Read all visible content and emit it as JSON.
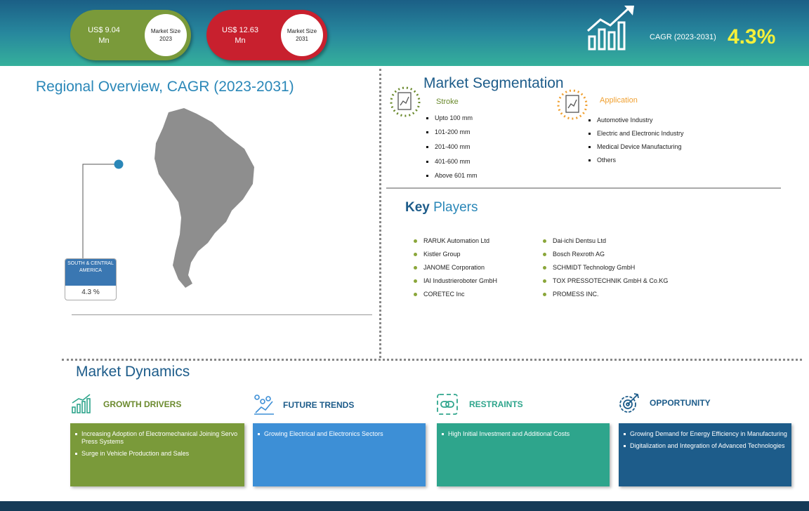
{
  "header": {
    "market_2023": {
      "value": "US$ 9.04 Mn",
      "label": "Market Size",
      "year": "2023",
      "color": "#7a9a3a"
    },
    "market_2031": {
      "value": "US$ 12.63 Mn",
      "label": "Market Size",
      "year": "2031",
      "color": "#c8202e"
    },
    "cagr_label": "CAGR (2023-2031)",
    "cagr_value": "4.3%"
  },
  "regional": {
    "title": "Regional Overview, CAGR (2023-2031)",
    "region_name": "SOUTH & CENTRAL AMERICA",
    "region_cagr": "4.3 %"
  },
  "segmentation": {
    "title": "Market Segmentation",
    "stroke": {
      "heading": "Stroke",
      "items": [
        "Upto 100 mm",
        "101-200 mm",
        "201-400 mm",
        "401-600 mm",
        "Above 601 mm"
      ]
    },
    "application": {
      "heading": "Application",
      "items": [
        "Automotive Industry",
        "Electric and Electronic Industry",
        "Medical Device Manufacturing",
        "Others"
      ]
    }
  },
  "key_players": {
    "title_key": "Key",
    "title_rest": " Players",
    "left": [
      "RARUK Automation Ltd",
      "Kistler Group",
      "JANOME Corporation",
      "IAI Industrieroboter GmbH",
      "CORETEC Inc"
    ],
    "right": [
      "Dai-ichi Dentsu Ltd",
      "Bosch Rexroth AG",
      "SCHMIDT Technology GmbH",
      "TOX PRESSOTECHNIK GmbH & Co.KG",
      "PROMESS INC."
    ]
  },
  "dynamics": {
    "title": "Market Dynamics",
    "growth_drivers": {
      "title": "GROWTH DRIVERS",
      "color": "#7a9a3a",
      "items": [
        "Increasing Adoption of Electromechanical Joining Servo Press Systems",
        "Surge in Vehicle Production and Sales"
      ]
    },
    "future_trends": {
      "title": "FUTURE TRENDS",
      "color": "#3d8fd6",
      "items": [
        "Growing Electrical and Electronics Sectors"
      ]
    },
    "restraints": {
      "title": "RESTRAINTS",
      "color": "#2ea58c",
      "items": [
        "High Initial Investment and Additional Costs"
      ]
    },
    "opportunity": {
      "title": "OPPORTUNITY",
      "color": "#1d5c8a",
      "items": [
        "Growing Demand for Energy Efficiency in Manufacturing",
        "Digitalization and Integration of Advanced Technologies"
      ]
    }
  },
  "icons": [
    "bar-chart-growth-icon",
    "pie-chart-doc-icon",
    "growth-chart-icon",
    "trend-icon",
    "chain-link-icon",
    "gear-target-icon"
  ]
}
